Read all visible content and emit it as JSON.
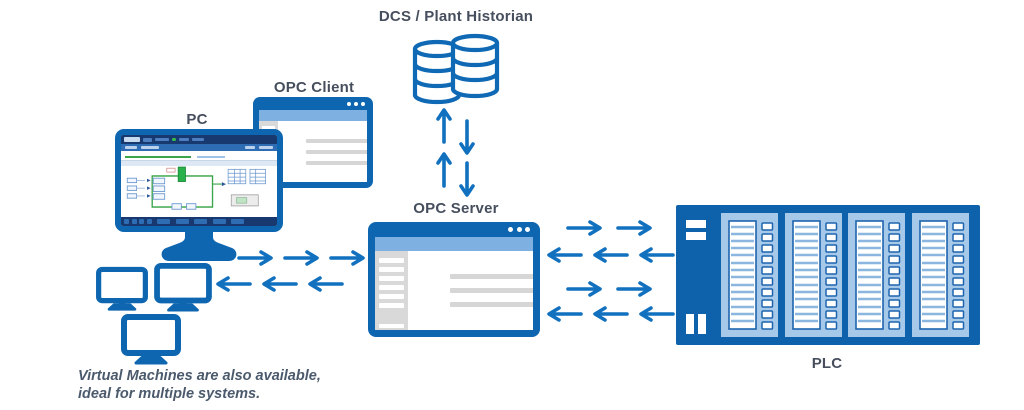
{
  "nodes": {
    "pc": {
      "label": "PC",
      "icon": "desktop-monitor-icon"
    },
    "opc_client": {
      "label": "OPC Client",
      "icon": "app-window-icon"
    },
    "dcs": {
      "label": "DCS / Plant Historian",
      "icon": "database-cylinders-icon"
    },
    "opc_server": {
      "label": "OPC Server",
      "icon": "app-window-icon"
    },
    "plc": {
      "label": "PLC",
      "icon": "plc-rack-icon"
    },
    "virtual_machines": {
      "icon": "monitor-cluster-icon",
      "note_line1": "Virtual Machines are also available,",
      "note_line2": "ideal for multiple systems."
    }
  },
  "connections": [
    {
      "from": "PC",
      "to": "OPC Server",
      "style": "bidirectional-horizontal-arrows"
    },
    {
      "from": "DCS / Plant Historian",
      "to": "OPC Server",
      "style": "bidirectional-vertical-arrows"
    },
    {
      "from": "OPC Server",
      "to": "PLC",
      "style": "two-groups-bidirectional-horizontal-arrows"
    }
  ],
  "colors": {
    "primary_blue": "#0e66b1",
    "arrow_blue": "#1171bf",
    "light_blue_bar": "#7fb0e2",
    "module_light_blue": "#a6c8e9",
    "sidebar_gray": "#d9d9d9",
    "placeholder_gray": "#d6d6d6",
    "label_text": "#474f5e",
    "note_text": "#4b5a6d"
  }
}
